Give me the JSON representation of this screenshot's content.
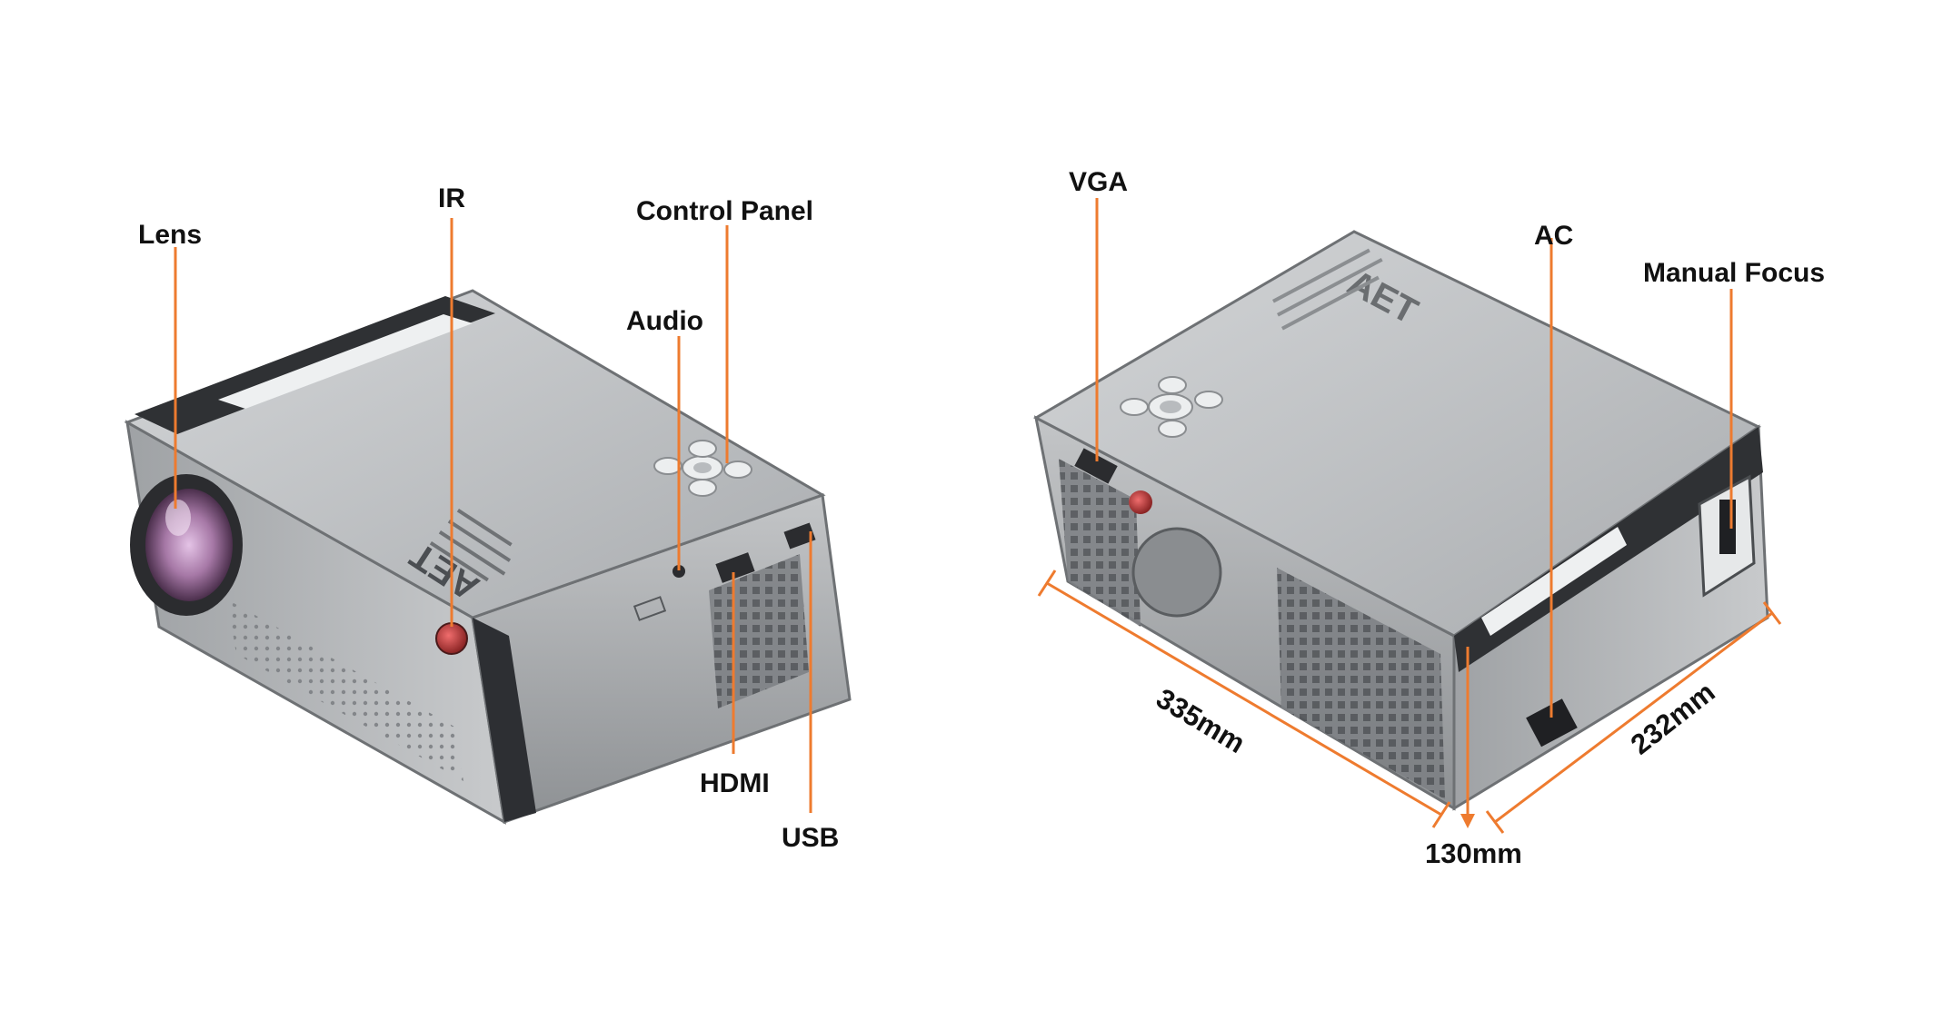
{
  "colors": {
    "callout_line": "#ee7b2f",
    "label_text": "#111111",
    "body_silver": "#b9bcbf",
    "body_dark": "#3a3c40",
    "lens_tint": "#a678a6"
  },
  "left_projector": {
    "callouts": {
      "lens": "Lens",
      "ir": "IR",
      "control_panel": "Control Panel",
      "audio": "Audio",
      "hdmi": "HDMI",
      "usb": "USB"
    },
    "brand_mark": "AET"
  },
  "right_projector": {
    "callouts": {
      "vga": "VGA",
      "ac": "AC",
      "manual_focus": "Manual Focus"
    },
    "brand_mark": "AET",
    "dimensions": {
      "length": "335mm",
      "height": "130mm",
      "width": "232mm"
    }
  }
}
